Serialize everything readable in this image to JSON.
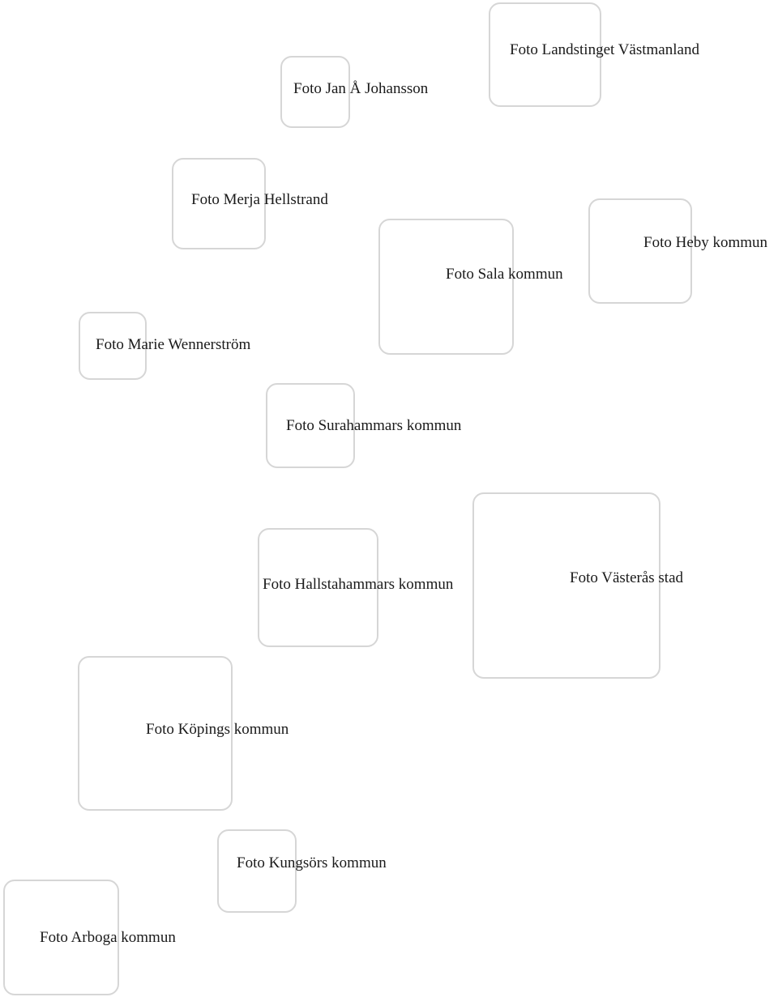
{
  "credits": [
    {
      "id": "landstinget",
      "label": "Foto Landstinget Västmanland"
    },
    {
      "id": "jan",
      "label": "Foto Jan Å Johansson"
    },
    {
      "id": "merja",
      "label": "Foto Merja Hellstrand"
    },
    {
      "id": "heby",
      "label": "Foto Heby kommun"
    },
    {
      "id": "sala",
      "label": "Foto Sala kommun"
    },
    {
      "id": "marie",
      "label": "Foto Marie Wennerström"
    },
    {
      "id": "surahammar",
      "label": "Foto Surahammars kommun"
    },
    {
      "id": "hallstahammar",
      "label": "Foto Hallstahammars kommun"
    },
    {
      "id": "vasteras",
      "label": "Foto Västerås stad"
    },
    {
      "id": "koping",
      "label": "Foto Köpings kommun"
    },
    {
      "id": "kungsor",
      "label": "Foto Kungsörs kommun"
    },
    {
      "id": "arboga",
      "label": "Foto Arboga kommun"
    }
  ]
}
